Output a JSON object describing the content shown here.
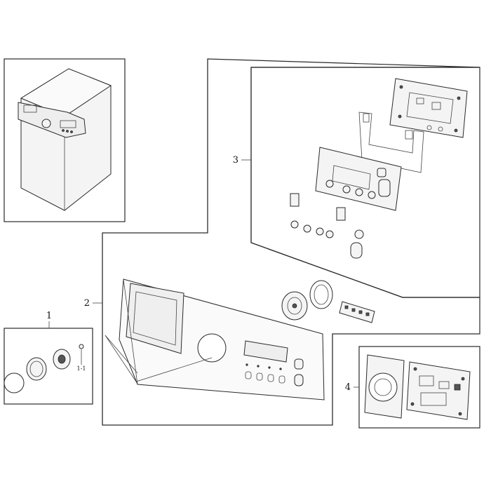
{
  "callouts": {
    "c1": "1",
    "c1_1": "1-1",
    "c2": "2",
    "c3": "3",
    "c4": "4"
  },
  "colors": {
    "line": "#2a2a2a",
    "fill": "#f4f4f4"
  }
}
